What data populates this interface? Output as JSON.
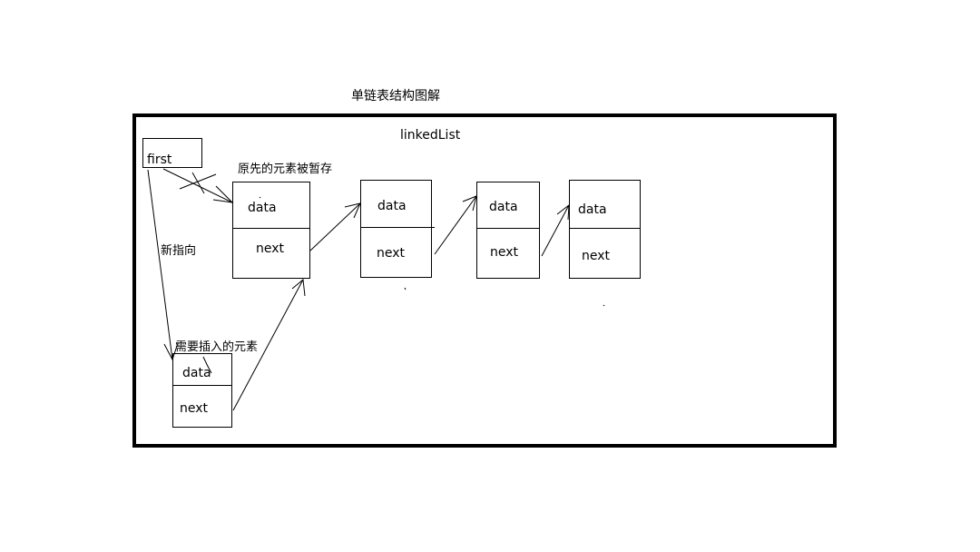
{
  "diagram": {
    "title": "单链表结构图解",
    "frame_label": "linkedList",
    "first_label": "first",
    "annotations": {
      "original_saved": "原先的元素被暂存",
      "new_pointer": "新指向",
      "element_to_insert": "需要插入的元素"
    },
    "nodes": [
      {
        "data_label": "data",
        "next_label": "next"
      },
      {
        "data_label": "data",
        "next_label": "next"
      },
      {
        "data_label": "data",
        "next_label": "next"
      },
      {
        "data_label": "data",
        "next_label": "next"
      }
    ],
    "new_node": {
      "data_label": "data",
      "next_label": "next"
    }
  }
}
